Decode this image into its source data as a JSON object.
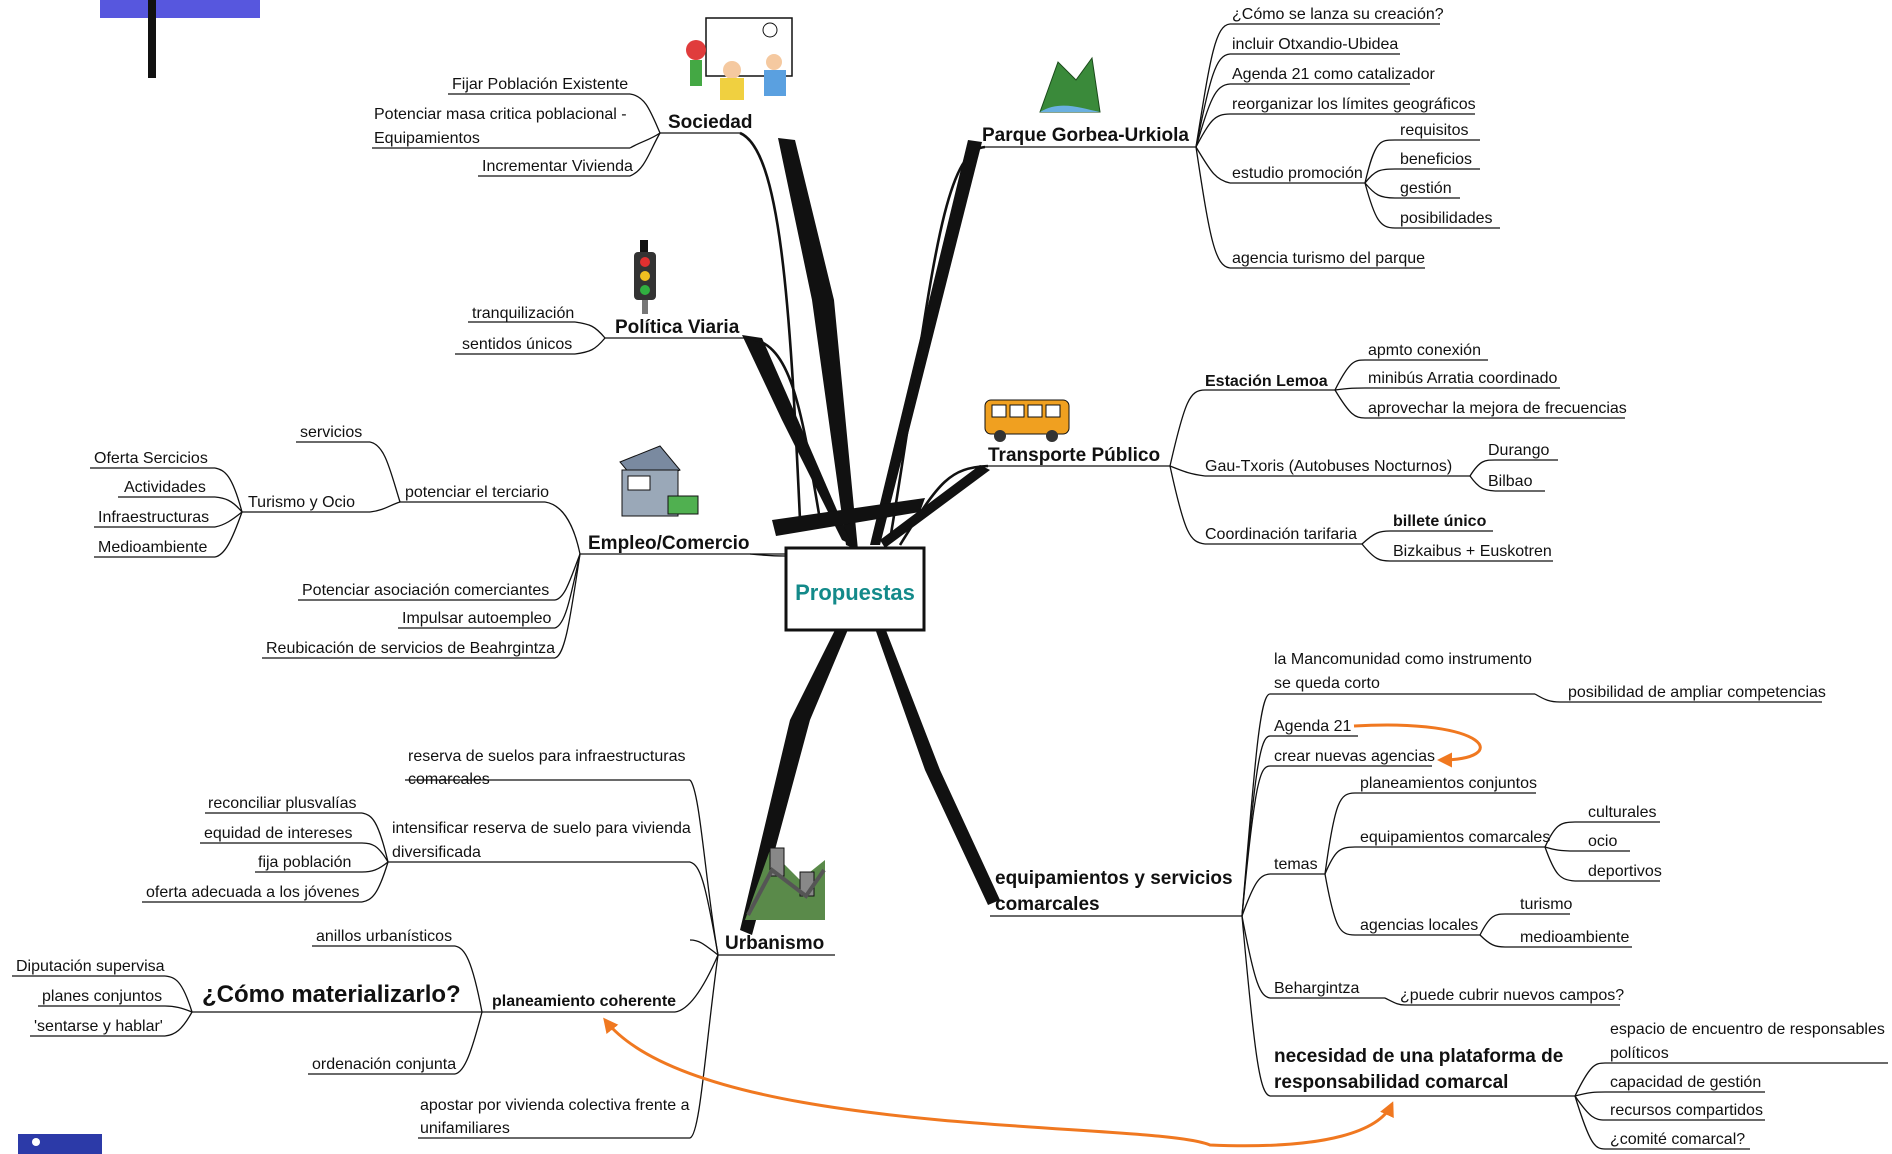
{
  "center": {
    "label": "Propuestas",
    "color": "#138a8a"
  },
  "accent_color": "#f07820",
  "sociedad": {
    "title": "Sociedad",
    "items": [
      "Fijar Población Existente",
      "Potenciar masa critica poblacional -",
      "Equipamientos",
      "Incrementar Vivienda"
    ]
  },
  "politica_viaria": {
    "title": "Política Viaria",
    "items": [
      "tranquilización",
      "sentidos únicos"
    ]
  },
  "empleo": {
    "title": "Empleo/Comercio",
    "potenciar": "potenciar el terciario",
    "servicios": "servicios",
    "turismo_ocio": "Turismo y  Ocio",
    "turismo_items": [
      "Oferta Sercicios",
      "Actividades",
      "Infraestructuras",
      "Medioambiente"
    ],
    "items": [
      "Potenciar asociación comerciantes",
      "Impulsar autoempleo",
      "Reubicación de servicios de Beahrgintza"
    ]
  },
  "urbanismo": {
    "title": "Urbanismo",
    "reserva": [
      "reserva de suelos para infraestructuras",
      "comarcales"
    ],
    "intensificar": [
      "intensificar reserva de suelo para vivienda",
      "diversificada"
    ],
    "intensificar_items": [
      "reconciliar plusvalías",
      "equidad de intereses",
      "fija población",
      "oferta adecuada a los jóvenes"
    ],
    "anillos": "anillos urbanísticos",
    "planeamiento": "planeamiento coherente",
    "como": "¿Cómo materializarlo?",
    "como_items": [
      "Diputación supervisa",
      "planes conjuntos",
      "'sentarse y hablar'"
    ],
    "ordenacion": "ordenación conjunta",
    "apostar": [
      "apostar por vivienda colectiva frente a",
      "unifamiliares"
    ]
  },
  "parque": {
    "title": "Parque Gorbea-Urkiola",
    "items": [
      "¿Cómo se lanza su creación?",
      "incluir Otxandio-Ubidea",
      "Agenda 21 como catalizador",
      "reorganizar los límites geográficos"
    ],
    "estudio": "estudio promoción",
    "estudio_items": [
      "requisitos",
      "beneficios",
      "gestión",
      "posibilidades"
    ],
    "agencia": "agencia turismo del parque"
  },
  "transporte": {
    "title": "Transporte Público",
    "estacion": "Estación Lemoa",
    "estacion_items": [
      "apmto conexión",
      "minibús Arratia coordinado",
      "aprovechar la mejora de frecuencias"
    ],
    "gau": "Gau-Txoris (Autobuses Nocturnos)",
    "gau_items": [
      "Durango",
      "Bilbao"
    ],
    "coordinacion": "Coordinación tarifaria",
    "billete": "billete único",
    "bizkaibus": "Bizkaibus + Euskotren"
  },
  "equipamientos": {
    "title": [
      "equipamientos y servicios",
      "comarcales"
    ],
    "mancomunidad": [
      "la Mancomunidad como instrumento",
      "se queda corto"
    ],
    "posibilidad": "posibilidad de ampliar competencias",
    "agenda21": "Agenda 21",
    "crear": "crear nuevas agencias",
    "temas": "temas",
    "planeamientos": "planeamientos conjuntos",
    "equip_comarcales": "equipamientos comarcales",
    "equip_items": [
      "culturales",
      "ocio",
      "deportivos"
    ],
    "agencias_locales": "agencias locales",
    "agencias_items": [
      "turismo",
      "medioambiente"
    ],
    "behargintza": "Behargintza",
    "puede": "¿puede cubrir nuevos campos?",
    "necesidad": [
      "necesidad de una plataforma de",
      "responsabilidad comarcal"
    ],
    "necesidad_items": [
      "espacio de encuentro de responsables",
      "políticos",
      "capacidad de gestión",
      "recursos compartidos",
      "¿comité comarcal?"
    ]
  }
}
